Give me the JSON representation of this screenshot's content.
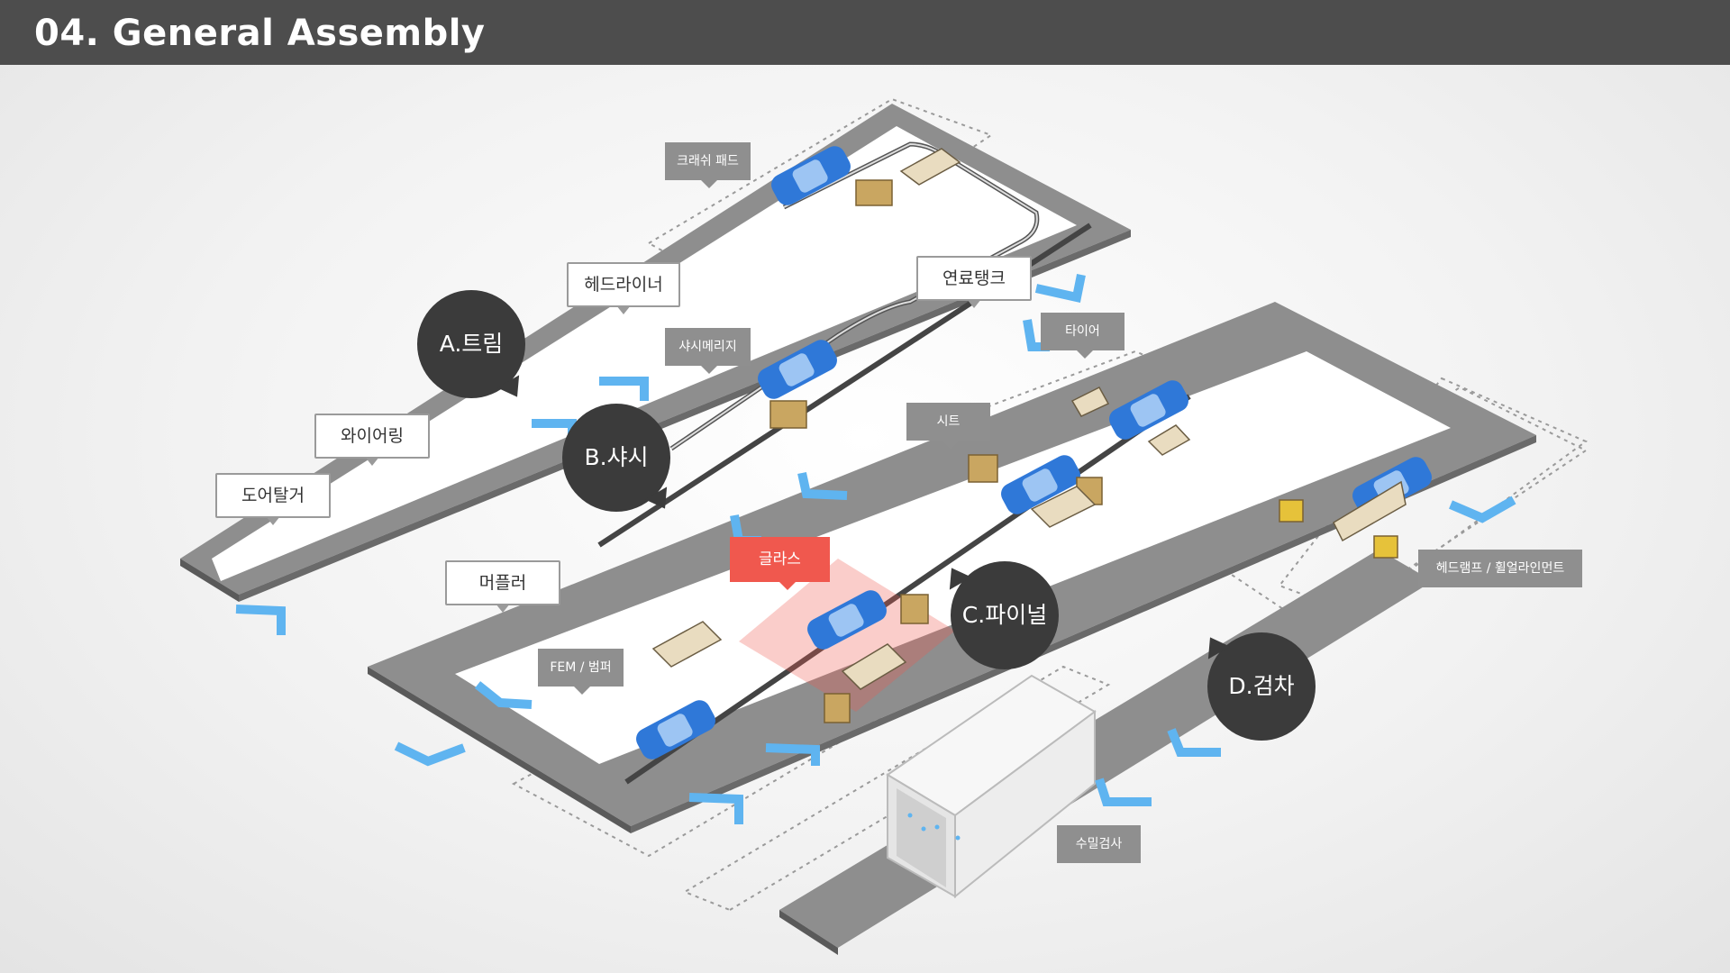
{
  "page": {
    "title": "04. General Assembly"
  },
  "colors": {
    "header_bg": "#4d4d4d",
    "zone_bubble": "#3b3b3b",
    "track": "#8e8e8e",
    "car": "#2f78d8",
    "flow_arrow": "#5fb4f0",
    "highlight": "#f0584e"
  },
  "zones": {
    "trim": "A.트림",
    "chassis": "B.샤시",
    "final": "C.파이널",
    "inspection": "D.검차"
  },
  "callouts": {
    "crash_pad": "크래쉬 패드",
    "headliner": "헤드라이너",
    "fuel_tank": "연료탱크",
    "tire": "타이어",
    "chassis_marriage": "샤시메리지",
    "seat": "시트",
    "wiring": "와이어링",
    "door_mount": "도어탈거",
    "glass": "글라스",
    "muffler": "머플러",
    "fem_bumper": "FEM / 범퍼",
    "headlamp_wheel_alignment": "헤드램프 / 휠얼라인먼트",
    "water_test": "수밀검사"
  },
  "icons": {
    "car": "car-body-icon",
    "robot": "robot-arm-icon",
    "rack": "parts-rack-icon",
    "arrow": "flow-arrow-icon",
    "tunnel": "water-test-tunnel-icon"
  }
}
